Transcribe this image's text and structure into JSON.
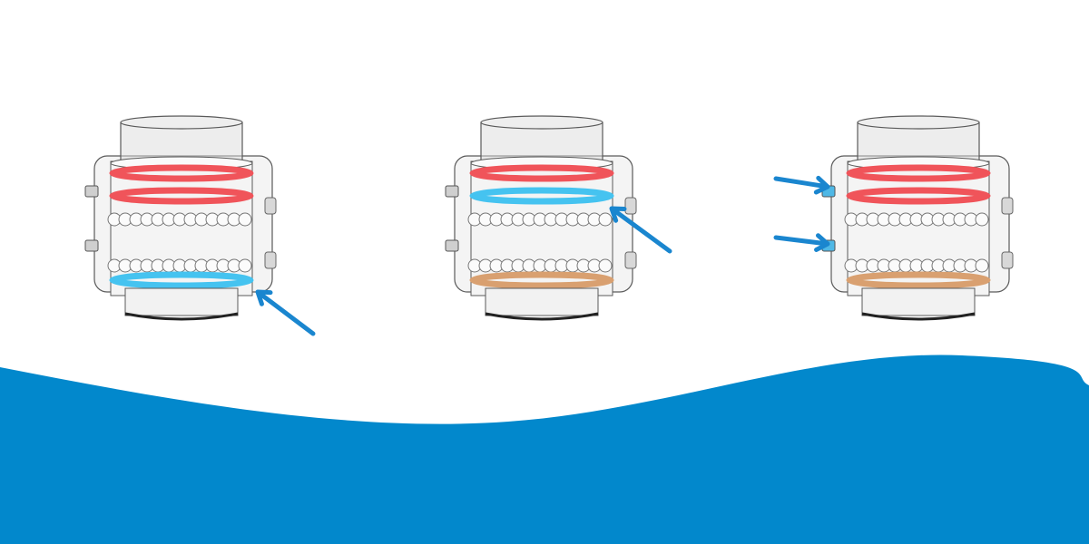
{
  "colors": {
    "wave": "#0288cc",
    "arrow": "#1a86cf",
    "seal_red": "#f0545a",
    "seal_blue": "#45c3f0",
    "seal_orange": "#d9a070",
    "fastener_blue": "#4fb8e6"
  },
  "assemblies": [
    {
      "id": "assembly-1",
      "upper_ring_color": "seal_red",
      "lower_ring_color": "seal_red",
      "bottom_ring_color": "seal_blue",
      "fastener_color": "",
      "arrows": [
        "bottom-seal"
      ]
    },
    {
      "id": "assembly-2",
      "upper_ring_color": "seal_red",
      "lower_ring_color": "seal_blue",
      "bottom_ring_color": "seal_orange",
      "fastener_color": "",
      "arrows": [
        "middle-seal"
      ]
    },
    {
      "id": "assembly-3",
      "upper_ring_color": "seal_red",
      "lower_ring_color": "seal_red",
      "bottom_ring_color": "seal_orange",
      "fastener_color": "fastener_blue",
      "arrows": [
        "upper-fastener",
        "lower-fastener"
      ]
    }
  ]
}
